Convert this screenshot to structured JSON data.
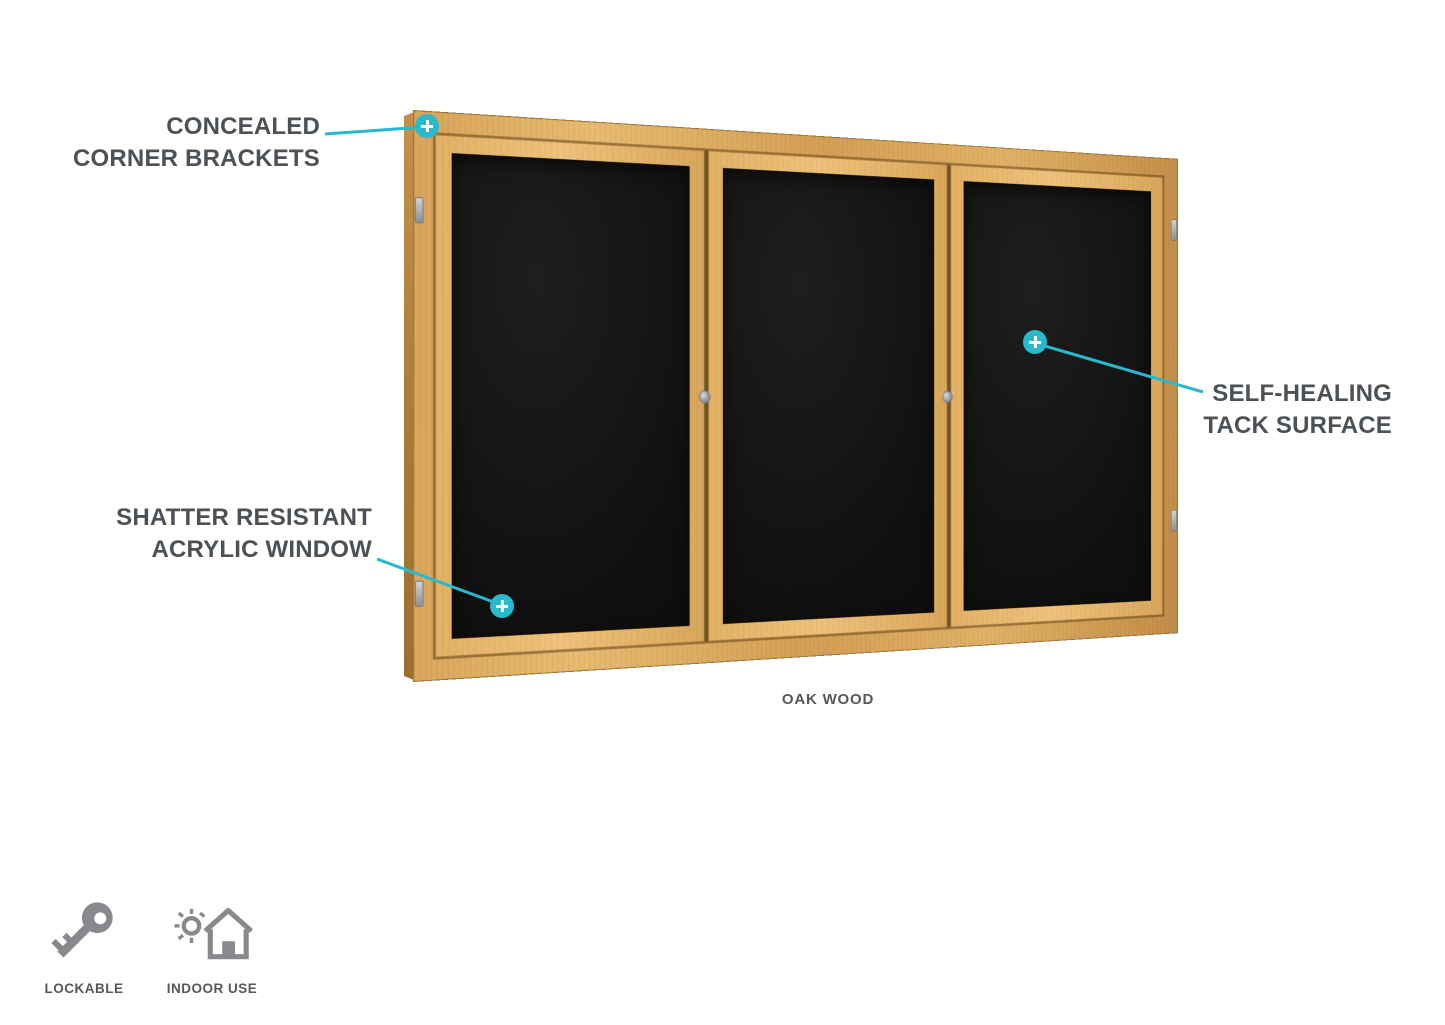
{
  "colors": {
    "accent_teal": "#29b9cf",
    "callout_text": "#4c5156",
    "caption_text": "#54585a",
    "wood_light": "#eec27b",
    "wood_dark": "#c18d47",
    "panel_black": "#101010",
    "hardware_silver": "#a9abae",
    "icon_gray": "#87898c",
    "background": "#ffffff"
  },
  "board": {
    "material_label": "OAK WOOD",
    "door_count": 3
  },
  "callouts": [
    {
      "id": "corner-brackets",
      "lines": [
        "CONCEALED",
        "CORNER BRACKETS"
      ]
    },
    {
      "id": "acrylic-window",
      "lines": [
        "SHATTER RESISTANT",
        "ACRYLIC WINDOW"
      ]
    },
    {
      "id": "tack-surface",
      "lines": [
        "SELF-HEALING",
        "TACK SURFACE"
      ]
    }
  ],
  "features": [
    {
      "icon": "key-icon",
      "label": "LOCKABLE"
    },
    {
      "icon": "indoor-use-icon",
      "label": "INDOOR USE"
    }
  ]
}
